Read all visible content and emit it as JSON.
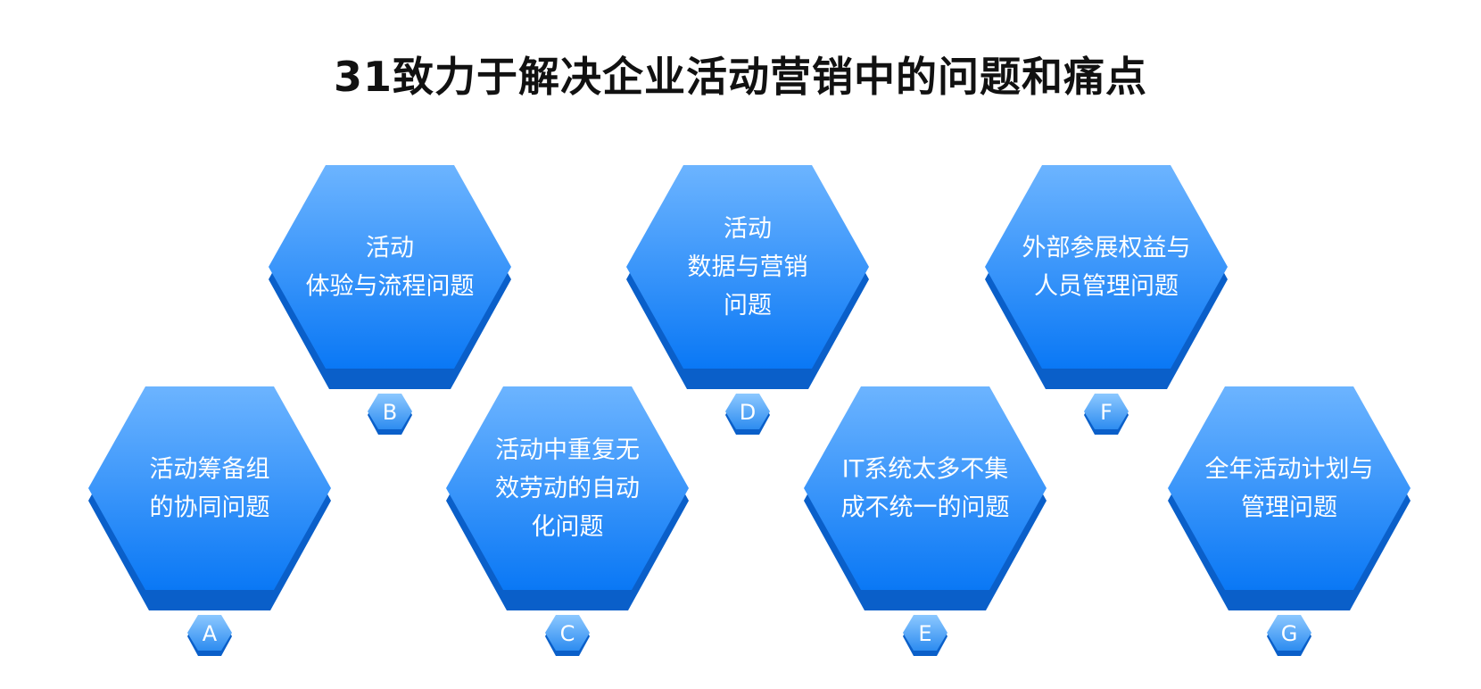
{
  "title": "31致力于解决企业活动营销中的问题和痛点",
  "colors": {
    "hex_top": "#6cb4ff",
    "hex_bottom": "#0a78f5",
    "hex_side": "#0a5fc9",
    "badge_top": "#8cc8ff",
    "badge_bottom": "#2d8cf0",
    "text": "#ffffff"
  },
  "items": [
    {
      "letter": "A",
      "lines": [
        "活动筹备组",
        "的协同问题"
      ]
    },
    {
      "letter": "B",
      "lines": [
        "活动",
        "体验与流程问题"
      ]
    },
    {
      "letter": "C",
      "lines": [
        "活动中重复无",
        "效劳动的自动",
        "化问题"
      ]
    },
    {
      "letter": "D",
      "lines": [
        "活动",
        "数据与营销",
        "问题"
      ]
    },
    {
      "letter": "E",
      "lines": [
        "IT系统太多不集",
        "成不统一的问题"
      ]
    },
    {
      "letter": "F",
      "lines": [
        "外部参展权益与",
        "人员管理问题"
      ]
    },
    {
      "letter": "G",
      "lines": [
        "全年活动计划与",
        "管理问题"
      ]
    }
  ]
}
